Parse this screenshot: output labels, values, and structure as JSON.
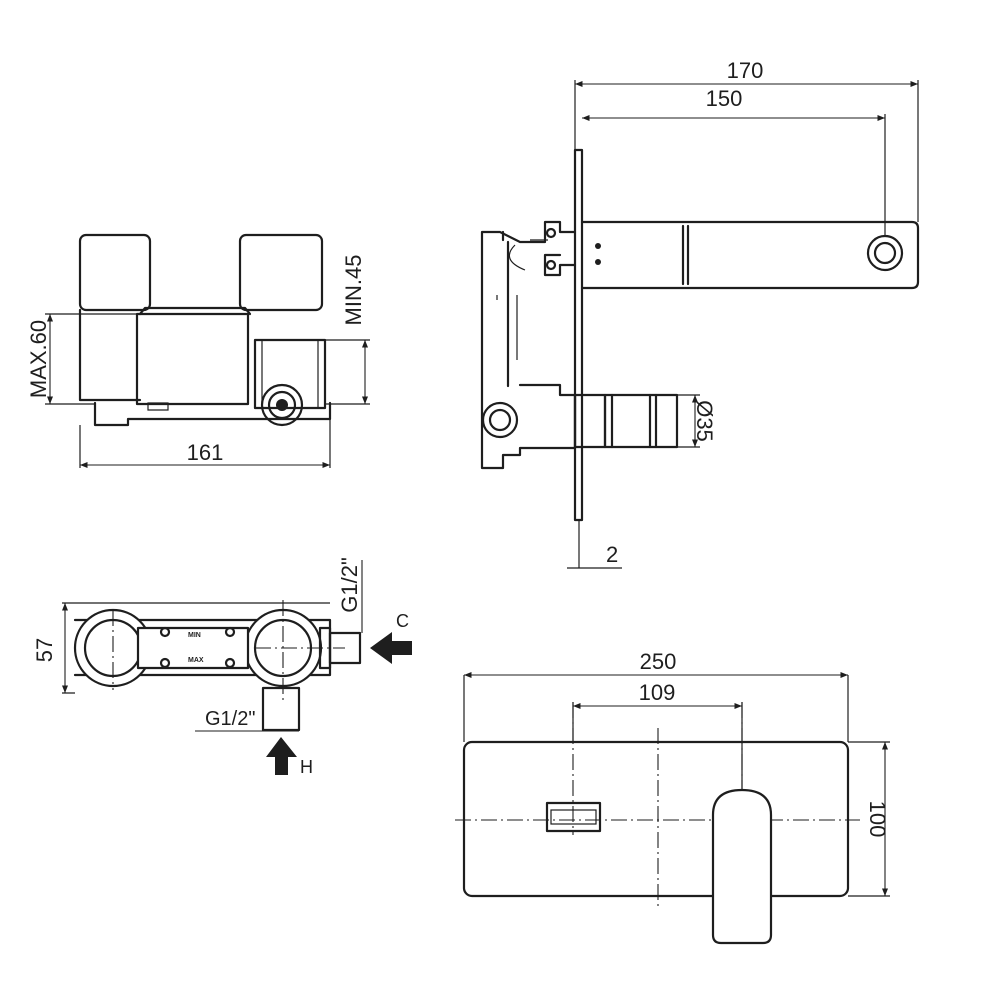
{
  "dimensions": {
    "overall_reach": "170",
    "spout_reach": "150",
    "min_depth": "MIN.45",
    "max_depth": "MAX.60",
    "body_width": "161",
    "diameter": "Ø35",
    "plate_thickness": "2",
    "connection_top": "G1/2\"",
    "connection_bottom": "G1/2\"",
    "body_height": "57",
    "plate_width": "250",
    "center_distance": "109",
    "plate_height": "100"
  },
  "inlets": {
    "cold": "C",
    "hot": "H"
  },
  "body_marks": {
    "min": "MIN",
    "max": "MAX"
  }
}
